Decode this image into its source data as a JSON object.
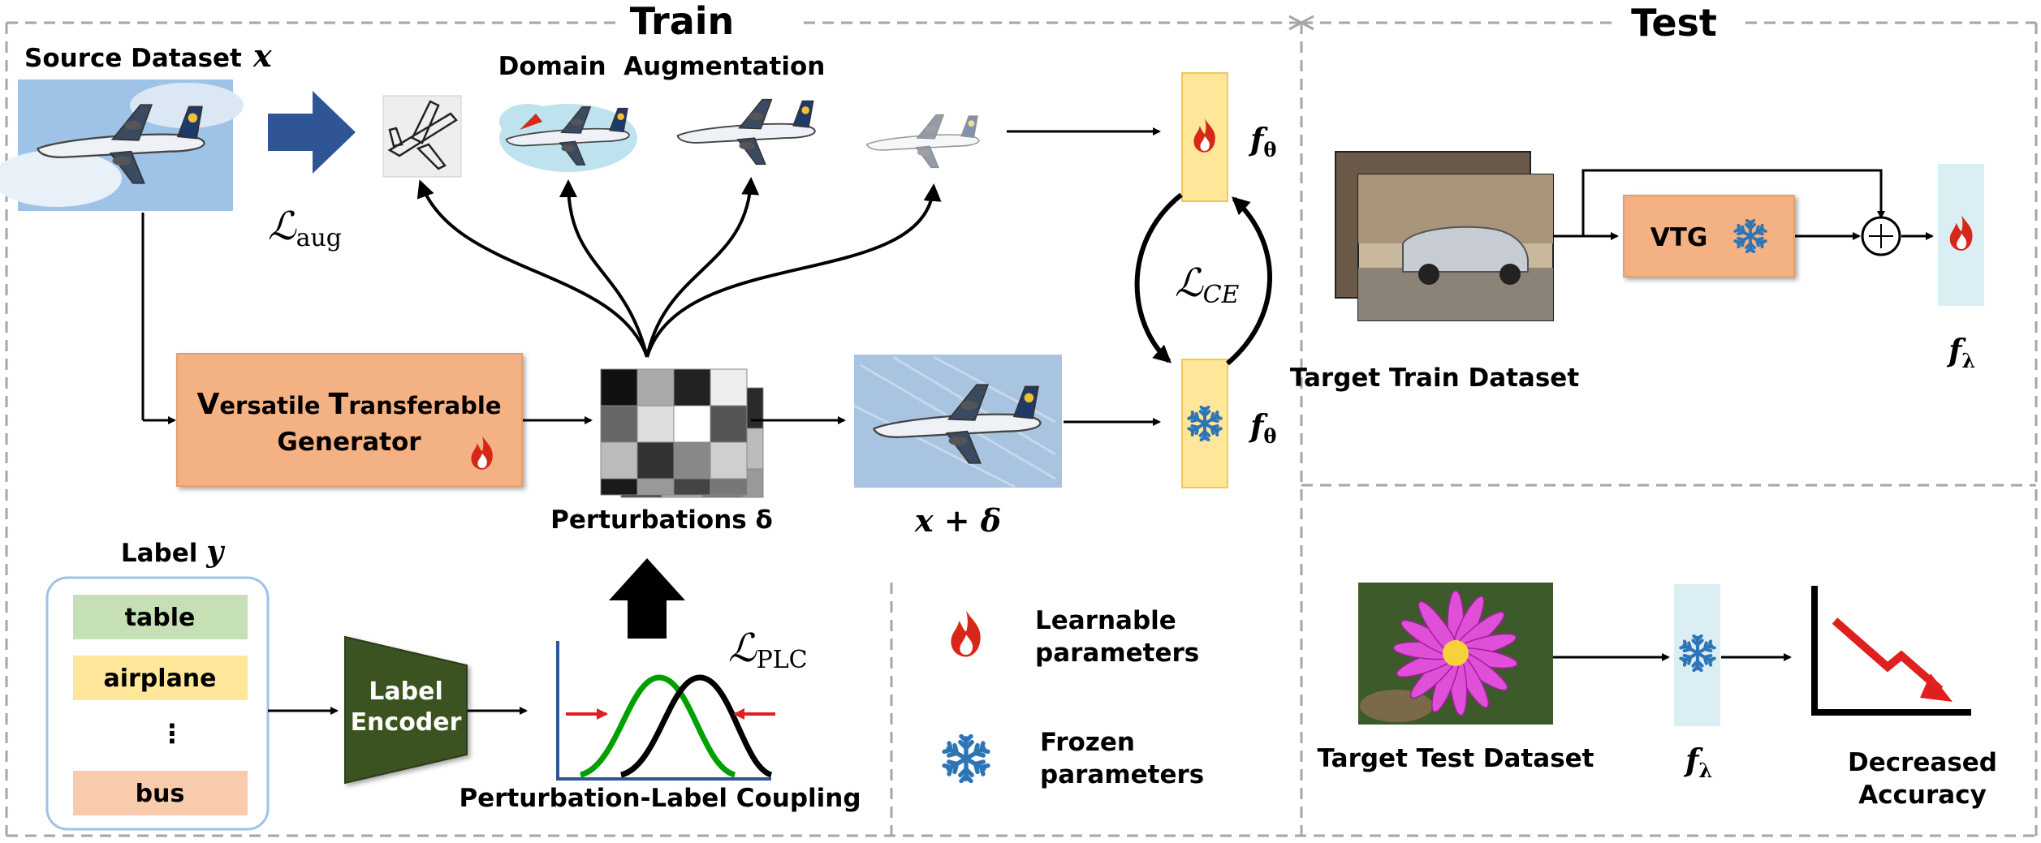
{
  "sections": {
    "train_title": "Train",
    "test_title": "Test"
  },
  "source": {
    "label": "Source Dataset",
    "var": "x"
  },
  "augmentation": {
    "title": "Domain  Augmentation",
    "loss": "ℒ",
    "loss_sub": "aug"
  },
  "generator": {
    "line1_cap": "V",
    "line1_rest": "ersatile ",
    "line1_cap2": "T",
    "line1_rest2": "ransferable",
    "line2": "Generator"
  },
  "perturbations": {
    "label": "Perturbations δ"
  },
  "perturbed": {
    "label": "x + δ"
  },
  "classifier": {
    "f": "f",
    "sub": "θ"
  },
  "ce_loss": {
    "symbol": "ℒ",
    "sub": "CE"
  },
  "label_box": {
    "title_text": "Label ",
    "title_var": "y",
    "items": [
      "table",
      "airplane",
      "⋮",
      "bus"
    ]
  },
  "encoder": {
    "line1": "Label",
    "line2": "Encoder"
  },
  "plc": {
    "loss": "ℒ",
    "loss_sub": "PLC",
    "caption": "Perturbation-Label Coupling"
  },
  "legend": {
    "learnable_1": "Learnable",
    "learnable_2": "parameters",
    "frozen_1": "Frozen",
    "frozen_2": "parameters"
  },
  "test_train": {
    "caption": "Target Train Dataset",
    "vtg": "VTG",
    "plus": "+",
    "f": "f",
    "sub": "λ"
  },
  "test_test": {
    "caption": "Target Test Dataset",
    "f": "f",
    "sub": "λ",
    "acc_1": "Decreased",
    "acc_2": "Accuracy"
  },
  "colors": {
    "generator": "#f4b183",
    "encoder": "#3b5320",
    "classifier": "#ffe699",
    "frozen_model": "#dbeef4",
    "label_table": "#c5e0b4",
    "label_airplane": "#ffe699",
    "label_bus": "#f8cbad",
    "arrow_blue": "#2f5597",
    "flame": "#d62718",
    "snowflake": "#2e75b6",
    "green_curve": "#00a000",
    "axes": "#2f5597"
  }
}
